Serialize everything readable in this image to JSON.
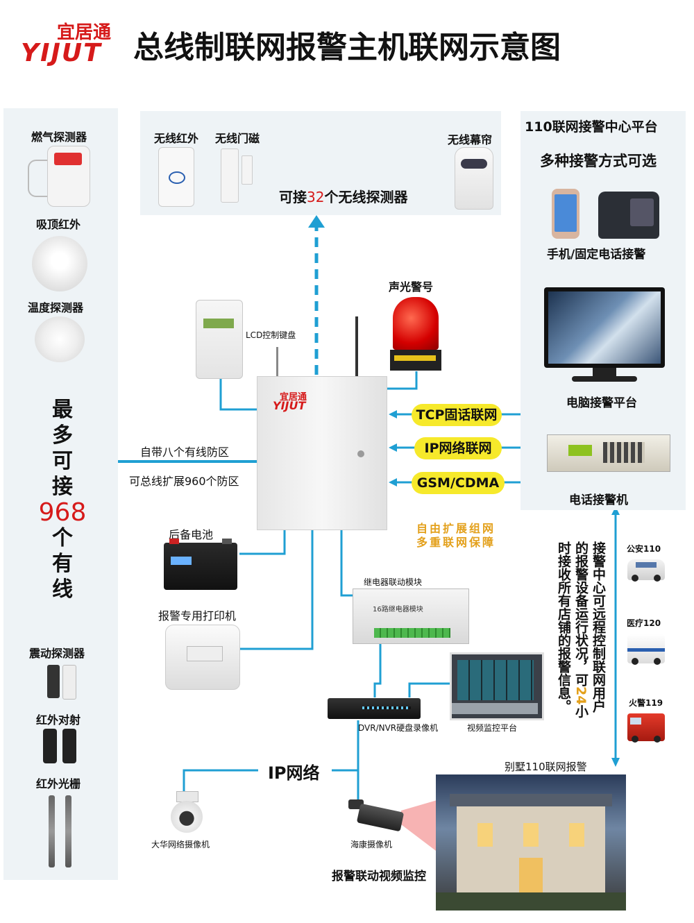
{
  "header": {
    "logo_cn": "宜居通",
    "logo_en": "YIJUT",
    "title": "总线制联网报警主机联网示意图"
  },
  "left_panel": {
    "gas_detector": "燃气探测器",
    "ceiling_pir": "吸顶红外",
    "temp_detector": "温度探测器",
    "capacity_chars": [
      "最",
      "多",
      "可",
      "接"
    ],
    "capacity_number": "968",
    "capacity_tail": [
      "个",
      "有",
      "线"
    ],
    "vibration_detector": "震动探测器",
    "ir_beam": "红外对射",
    "ir_grating": "红外光栅"
  },
  "wireless_panel": {
    "wireless_ir": "无线红外",
    "wireless_door": "无线门磁",
    "wireless_curtain": "无线幕帘",
    "caption_prefix": "可接",
    "caption_number": "32",
    "caption_suffix": "个无线探测器"
  },
  "center": {
    "lcd_keypad": "LCD控制键盘",
    "siren": "声光警号",
    "host_logo_cn": "宜居通",
    "host_logo_en": "YIJUT",
    "zone_line1": "自带八个有线防区",
    "zone_line2": "可总线扩展960个防区",
    "battery": "后备电池",
    "printer": "报警专用打印机",
    "relay_module": "继电器联动模块",
    "relay_label": "16路继电器模块",
    "expand_line1": "自由扩展组网",
    "expand_line2": "多重联网保障",
    "dvr": "DVR/NVR硬盘录像机",
    "video_platform": "视频监控平台",
    "ip_network": "IP网络",
    "dahua_camera": "大华网络摄像机",
    "hik_camera": "海康摄像机",
    "video_link": "报警联动视频监控"
  },
  "links": {
    "tcp": "TCP固话联网",
    "ip": "IP网络联网",
    "gsm": "GSM/CDMA"
  },
  "right_panel": {
    "title": "110联网接警中心平台",
    "subtitle": "多种接警方式可选",
    "phone": "手机/固定电话接警",
    "pc": "电脑接警平台",
    "receiver": "电话接警机"
  },
  "remote": {
    "col1": "接警中心可远程控制联网用户",
    "col2": "的报警设备运行状况，可",
    "col2_num": "24",
    "col2_tail": "小",
    "col3": "时接收所有店铺的报警信息。",
    "police": "公安110",
    "medical": "医疗120",
    "fire": "火警119",
    "villa": "别墅110联网报警"
  },
  "colors": {
    "line": "#1f9fd3",
    "accent_red": "#d61a1a",
    "pill": "#f6e92b",
    "panel": "#eef3f6",
    "gold": "#e3a01b"
  }
}
